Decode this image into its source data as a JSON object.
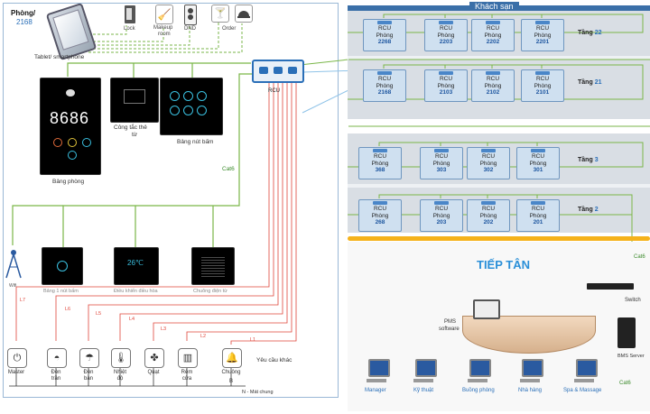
{
  "room_panel": {
    "room_label": "Phòng/",
    "room_number": "2168",
    "tablet_label": "Tablet/ smartphone",
    "service_icons": [
      {
        "label": "Lock",
        "icon": "door-icon"
      },
      {
        "label": "Makeup room",
        "icon": "maid-icon"
      },
      {
        "label": "DND",
        "icon": "dnd-icon"
      },
      {
        "label": "",
        "icon": "cocktail-icon"
      },
      {
        "label": "Order",
        "icon": "cloche-icon"
      }
    ],
    "makeup_line1": "Makeup",
    "makeup_line2": "room",
    "rcu_label": "RCU",
    "cat6_label": "Cat6",
    "panel_room_label": "Bảng phòng",
    "panel_room_number": "8686",
    "panel_card_label1": "Công tắc thẻ",
    "panel_card_label2": "từ",
    "panel_buttons_label": "Bảng nút bấm",
    "bottom_panels": [
      "Bảng 1 nút bấm",
      "Điều khiển điều hòa",
      "Chuông điện từ"
    ],
    "thermo_value": "26℃",
    "wifi_label": "Wifi",
    "lines": [
      "L7",
      "L6",
      "L5",
      "L4",
      "L3",
      "L2",
      "L1"
    ],
    "loads": [
      {
        "label1": "Master",
        "label2": "",
        "icon": "power-icon"
      },
      {
        "label1": "Đèn",
        "label2": "trần",
        "icon": "ceiling-light-icon"
      },
      {
        "label1": "Đèn",
        "label2": "bàn",
        "icon": "desk-lamp-icon"
      },
      {
        "label1": "Nhiệt",
        "label2": "độ",
        "icon": "thermometer-icon"
      },
      {
        "label1": "Quạt",
        "label2": "",
        "icon": "fan-icon"
      },
      {
        "label1": "Rèm",
        "label2": "cửa",
        "icon": "curtain-icon"
      },
      {
        "label1": "Chuông",
        "label2": "",
        "icon": "bell-icon"
      }
    ],
    "other_requests": "Yêu cầu khác",
    "neutral_label": "N - Mát chung",
    "bell_b": "B"
  },
  "hotel": {
    "title": "Khách sạn",
    "floors": [
      {
        "label": "Tầng",
        "number": "22",
        "rooms": [
          {
            "rcu": "RCU",
            "room": "Phòng",
            "num": "2268"
          },
          {
            "rcu": "RCU",
            "room": "Phòng",
            "num": "2203"
          },
          {
            "rcu": "RCU",
            "room": "Phòng",
            "num": "2202"
          },
          {
            "rcu": "RCU",
            "room": "Phòng",
            "num": "2201"
          }
        ]
      },
      {
        "label": "Tầng",
        "number": "21",
        "rooms": [
          {
            "rcu": "RCU",
            "room": "Phòng",
            "num": "2168"
          },
          {
            "rcu": "RCU",
            "room": "Phòng",
            "num": "2103"
          },
          {
            "rcu": "RCU",
            "room": "Phòng",
            "num": "2102"
          },
          {
            "rcu": "RCU",
            "room": "Phòng",
            "num": "2101"
          }
        ]
      },
      {
        "label": "Tầng",
        "number": "3",
        "rooms": [
          {
            "rcu": "RCU",
            "room": "Phòng",
            "num": "368"
          },
          {
            "rcu": "RCU",
            "room": "Phòng",
            "num": "303"
          },
          {
            "rcu": "RCU",
            "room": "Phòng",
            "num": "302"
          },
          {
            "rcu": "RCU",
            "room": "Phòng",
            "num": "301"
          }
        ]
      },
      {
        "label": "Tầng",
        "number": "2",
        "rooms": [
          {
            "rcu": "RCU",
            "room": "Phòng",
            "num": "268"
          },
          {
            "rcu": "RCU",
            "room": "Phòng",
            "num": "203"
          },
          {
            "rcu": "RCU",
            "room": "Phòng",
            "num": "202"
          },
          {
            "rcu": "RCU",
            "room": "Phòng",
            "num": "201"
          }
        ]
      }
    ]
  },
  "reception": {
    "title": "TIẾP TÂN",
    "pms_line1": "PMS",
    "pms_line2": "software",
    "switch_label": "Switch",
    "server_label": "BMS Server",
    "cat6_top": "Cat6",
    "cat6_bottom": "Cat6",
    "workstations": [
      "Manager",
      "Kỹ thuật",
      "Buồng phòng",
      "Nhà hàng",
      "Spa & Massage"
    ]
  },
  "colors": {
    "accent": "#2a6fb8",
    "line_green": "#7ab648",
    "line_red": "#e0453a",
    "line_blue": "#8fc3e8",
    "reception_bar": "#f5b21b"
  }
}
